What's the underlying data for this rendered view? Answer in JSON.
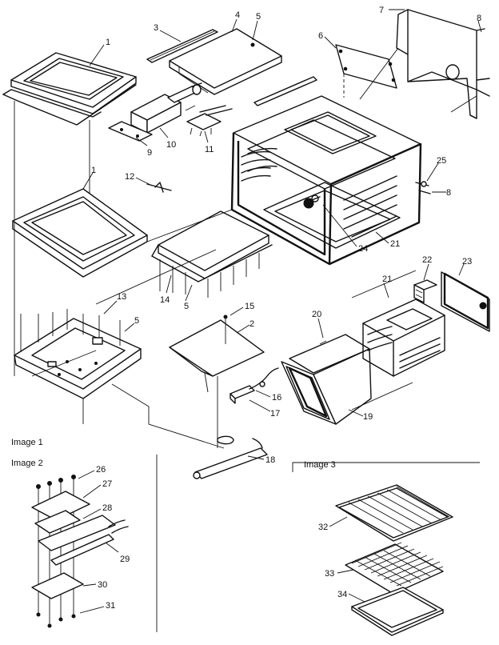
{
  "section_labels": {
    "image1": "Image 1",
    "image2": "Image 2",
    "image3": "Image 3"
  },
  "callouts": {
    "c1a": "1",
    "c3": "3",
    "c4": "4",
    "c5a": "5",
    "c7": "7",
    "c8a": "8",
    "c6": "6",
    "c9": "9",
    "c10": "10",
    "c11": "11",
    "c1b": "1",
    "c12": "12",
    "c25": "25",
    "c8b": "8",
    "c21a": "21",
    "c24": "24",
    "c14": "14",
    "c5b": "5",
    "c22": "22",
    "c23": "23",
    "c21b": "21",
    "c13": "13",
    "c5c": "5",
    "c15": "15",
    "c2": "2",
    "c20": "20",
    "c16": "16",
    "c17": "17",
    "c19": "19",
    "c18": "18",
    "c26": "26",
    "c27": "27",
    "c28": "28",
    "c29": "29",
    "c30": "30",
    "c31": "31",
    "c32": "32",
    "c33": "33",
    "c34": "34"
  }
}
